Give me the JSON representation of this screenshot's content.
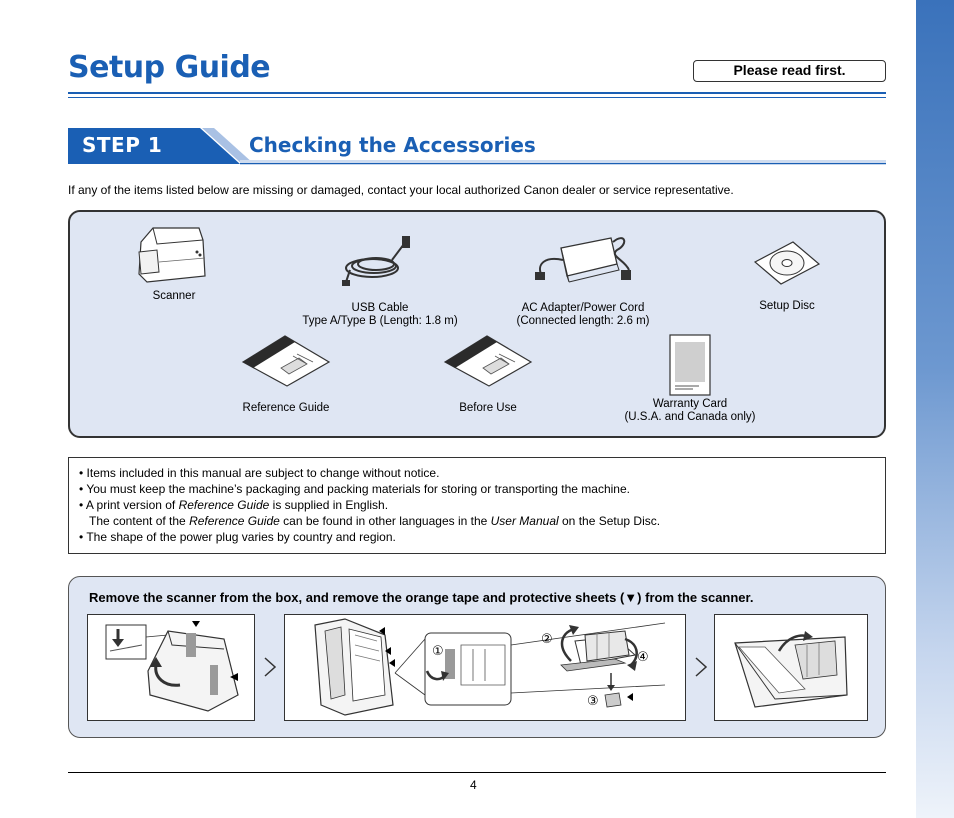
{
  "page": {
    "title": "Setup Guide",
    "read_first": "Please read first.",
    "page_number": "4"
  },
  "step": {
    "label": "STEP 1",
    "title": "Checking the Accessories"
  },
  "intro": "If any of the items listed below are missing or damaged, contact your local authorized Canon dealer or service representative.",
  "accessories": [
    {
      "label": "Scanner",
      "sublabel": "",
      "icon": "scanner-icon"
    },
    {
      "label": "USB Cable",
      "sublabel": "Type A/Type B (Length: 1.8 m)",
      "icon": "usb-cable-icon"
    },
    {
      "label": "AC Adapter/Power Cord",
      "sublabel": "(Connected length: 2.6 m)",
      "icon": "ac-adapter-icon"
    },
    {
      "label": "Setup Disc",
      "sublabel": "",
      "icon": "disc-icon"
    },
    {
      "label": "Reference Guide",
      "sublabel": "",
      "icon": "manual-icon"
    },
    {
      "label": "Before Use",
      "sublabel": "",
      "icon": "manual-icon"
    },
    {
      "label": "Warranty Card",
      "sublabel": "(U.S.A. and Canada only)",
      "icon": "warranty-card-icon"
    }
  ],
  "notes": {
    "bullet": "•",
    "n1": "Items included in this manual are subject to change without notice.",
    "n2": "You must keep the machine’s packaging and packing materials for storing or transporting the machine.",
    "n3_a": "A print version of ",
    "n3_b": "Reference Guide",
    "n3_c": " is supplied in English.",
    "n3_d": "The content of the ",
    "n3_e": "Reference Guide",
    "n3_f": " can be found in other languages in the ",
    "n3_g": "User Manual",
    "n3_h": " on the Setup Disc.",
    "n4": "The shape of the power plug varies by country and region."
  },
  "unbox": {
    "instruction": "Remove the scanner from the box, and remove the orange tape and protective sheets (▼) from the scanner.",
    "marker_1": "①",
    "marker_2": "②",
    "marker_3": "③",
    "marker_4": "④"
  }
}
